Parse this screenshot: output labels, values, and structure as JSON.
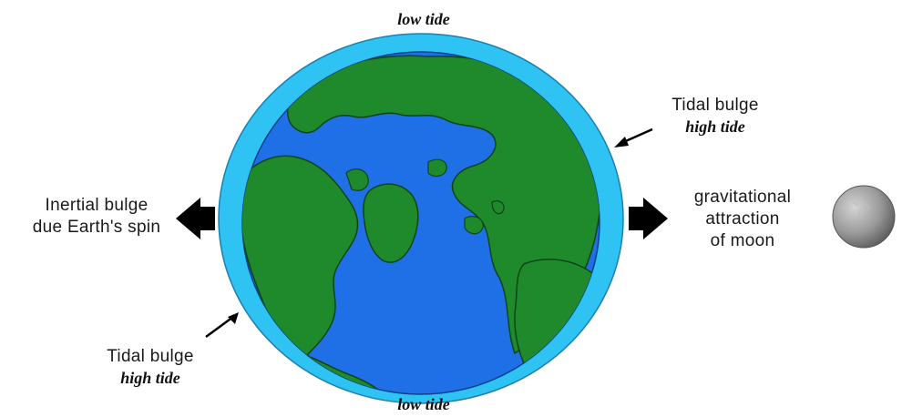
{
  "labels": {
    "low_tide_top": "low tide",
    "low_tide_bottom": "low tide",
    "tidal_bulge_right_line1": "Tidal bulge",
    "tidal_bulge_right_line2": "high tide",
    "tidal_bulge_left_line1": "Tidal bulge",
    "tidal_bulge_left_line2": "high tide",
    "inertial_line1": "Inertial bulge",
    "inertial_line2": "due Earth's spin",
    "gravity_line1": "gravitational",
    "gravity_line2": "attraction",
    "gravity_line3": "of moon"
  },
  "colors": {
    "ocean": "#1f6fe6",
    "land": "#1f8a2c",
    "tidal_bulge": "#2ec3f2",
    "moon": "#9a9a9a",
    "arrow": "#000000"
  }
}
